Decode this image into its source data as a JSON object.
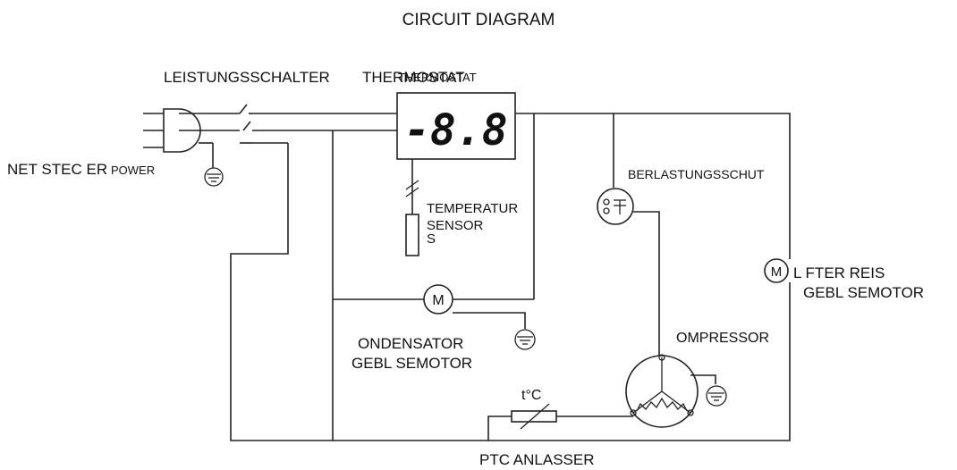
{
  "diagram": {
    "title": "CIRCUIT DIAGRAM",
    "labels": {
      "breaker": "LEISTUNGSSCHALTER",
      "thermostat_top_a": "THERMOSTAT",
      "thermostat_top_b": "THERMOSTAT",
      "plug": "NET STEC ER",
      "power": "POWER",
      "display": "-8.8",
      "overload": "BERLASTUNGSSCHUT",
      "temp_sensor_1": "TEMPERATUR",
      "temp_sensor_2": "SENSOR",
      "sensor_letter": "S",
      "fan_motor_1": "L FTER REIS",
      "fan_motor_2": "GEBL SEMOTOR",
      "motor_symbol": "M",
      "condenser_1": "ONDENSATOR",
      "condenser_2": "GEBL SEMOTOR",
      "compressor": "OMPRESSOR",
      "ptc_symbol": "t°C",
      "ptc": "PTC ANLASSER"
    }
  }
}
